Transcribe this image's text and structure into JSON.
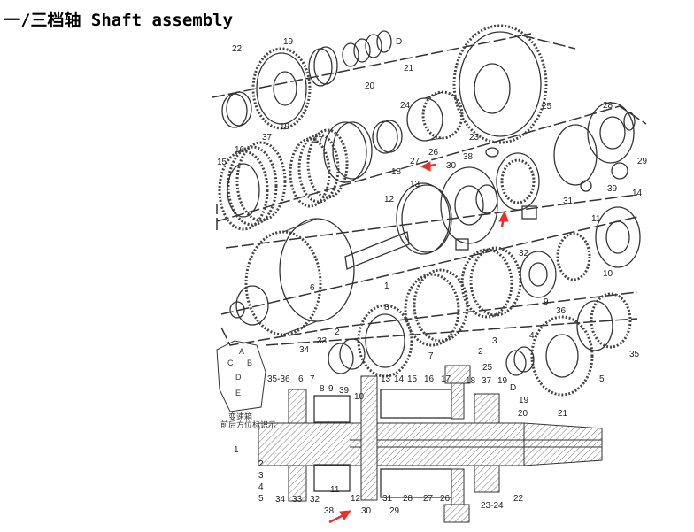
{
  "title": "一/三档轴 Shaft assembly",
  "colors": {
    "arrow": "#e8302a",
    "line": "#333333"
  },
  "inset": {
    "letters": [
      "C",
      "A",
      "B",
      "D",
      "E"
    ],
    "caption_line1": "变速箱",
    "caption_line2": "前后方位标识示"
  },
  "exploded_labels": [
    "22",
    "19",
    "D",
    "21",
    "20",
    "37",
    "19",
    "24",
    "25",
    "28",
    "26",
    "23",
    "27",
    "38",
    "29",
    "17",
    "16",
    "15",
    "18",
    "30",
    "13",
    "39",
    "14",
    "31",
    "12",
    "11",
    "32",
    "10",
    "1",
    "6",
    "9",
    "8",
    "36",
    "2",
    "33",
    "34",
    "7",
    "35",
    "3",
    "4",
    "2",
    "5",
    "25",
    "D"
  ],
  "section_labels": [
    "35-36",
    "6",
    "7",
    "8",
    "9",
    "39",
    "10",
    "13",
    "14",
    "15",
    "16",
    "17",
    "18",
    "37",
    "19",
    "19",
    "20",
    "21",
    "1",
    "2",
    "3",
    "4",
    "5",
    "34",
    "33",
    "32",
    "11",
    "38",
    "12",
    "30",
    "31",
    "29",
    "28",
    "27",
    "26",
    "23-24",
    "22"
  ]
}
